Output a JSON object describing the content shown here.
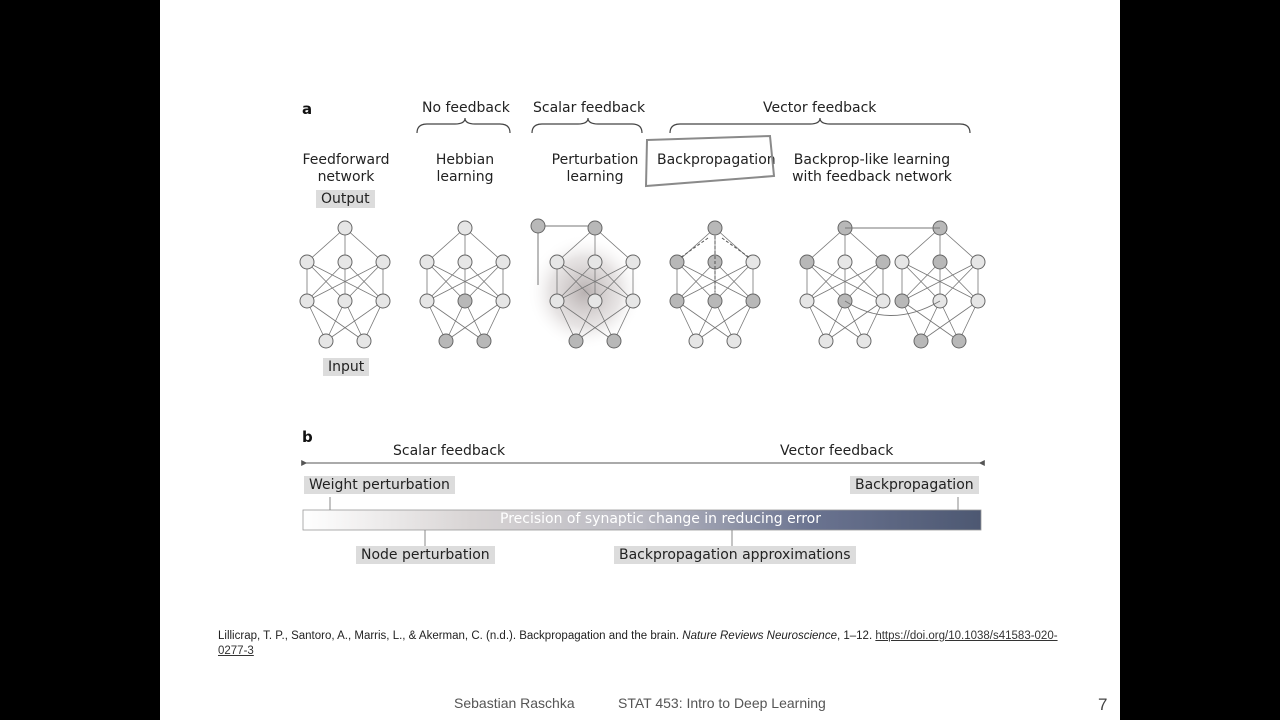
{
  "panel_a": {
    "letter": "a",
    "groups": {
      "no_feedback": "No feedback",
      "scalar_feedback": "Scalar feedback",
      "vector_feedback": "Vector feedback"
    },
    "columns": {
      "feedforward_line1": "Feedforward",
      "feedforward_line2": "network",
      "hebbian_line1": "Hebbian",
      "hebbian_line2": "learning",
      "perturbation_line1": "Perturbation",
      "perturbation_line2": "learning",
      "backprop": "Backpropagation",
      "backprop_like_line1": "Backprop-like learning",
      "backprop_like_line2": "with feedback network"
    },
    "output_label": "Output",
    "input_label": "Input"
  },
  "panel_b": {
    "letter": "b",
    "scalar_feedback": "Scalar feedback",
    "vector_feedback": "Vector feedback",
    "weight_perturbation": "Weight perturbation",
    "backpropagation": "Backpropagation",
    "bar_label": "Precision of synaptic change in reducing error",
    "node_perturbation": "Node perturbation",
    "backprop_approximations": "Backpropagation approximations"
  },
  "citation": {
    "text": "Lillicrap, T. P., Santoro, A., Marris, L., & Akerman, C. (n.d.). Backpropagation and the brain. ",
    "journal": "Nature Reviews Neuroscience",
    "pages": ", 1–12. ",
    "link": "https://doi.org/10.1038/s41583-020-0277-3"
  },
  "footer": {
    "author": "Sebastian Raschka",
    "course": "STAT 453: Intro to Deep Learning",
    "page_number": "7"
  },
  "colors": {
    "node_light": "#e6e6e6",
    "node_dark": "#b8b8b8",
    "bar_dark": "#4d5872",
    "label_bg": "#dcdcdc"
  }
}
